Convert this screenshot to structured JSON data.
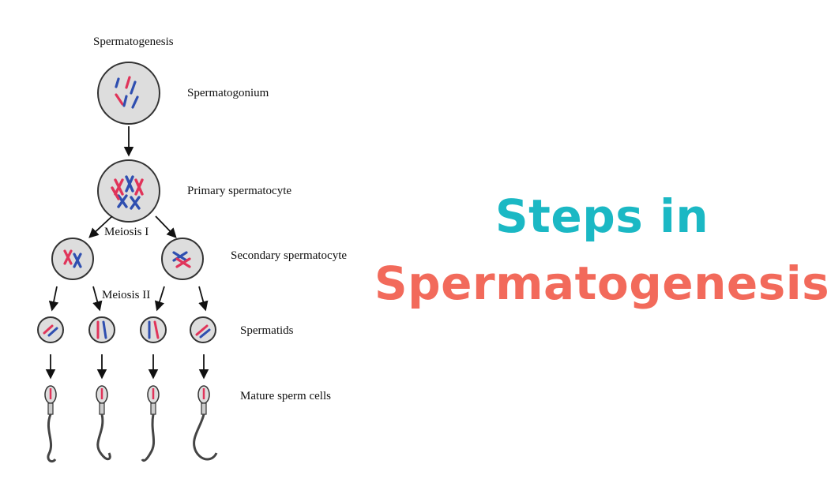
{
  "diagram": {
    "title": "Spermatogenesis",
    "stages": [
      {
        "key": "spermatogonium",
        "label": "Spermatogonium"
      },
      {
        "key": "primary",
        "label": "Primary spermatocyte"
      },
      {
        "key": "secondary",
        "label": "Secondary spermatocyte"
      },
      {
        "key": "spermatids",
        "label": "Spermatids"
      },
      {
        "key": "sperm",
        "label": "Mature sperm cells"
      }
    ],
    "divisions": [
      {
        "key": "meiosis1",
        "label": "Meiosis I"
      },
      {
        "key": "meiosis2",
        "label": "Meiosis II"
      }
    ]
  },
  "headline": {
    "line1": "Steps in",
    "line2": "Spermatogenesis"
  },
  "colors": {
    "headline_line1": "#1bb8c4",
    "headline_line2": "#f26a5b",
    "cell_fill": "#dddddd",
    "chromosome_red": "#e0345a",
    "chromosome_blue": "#2f4fb0"
  }
}
